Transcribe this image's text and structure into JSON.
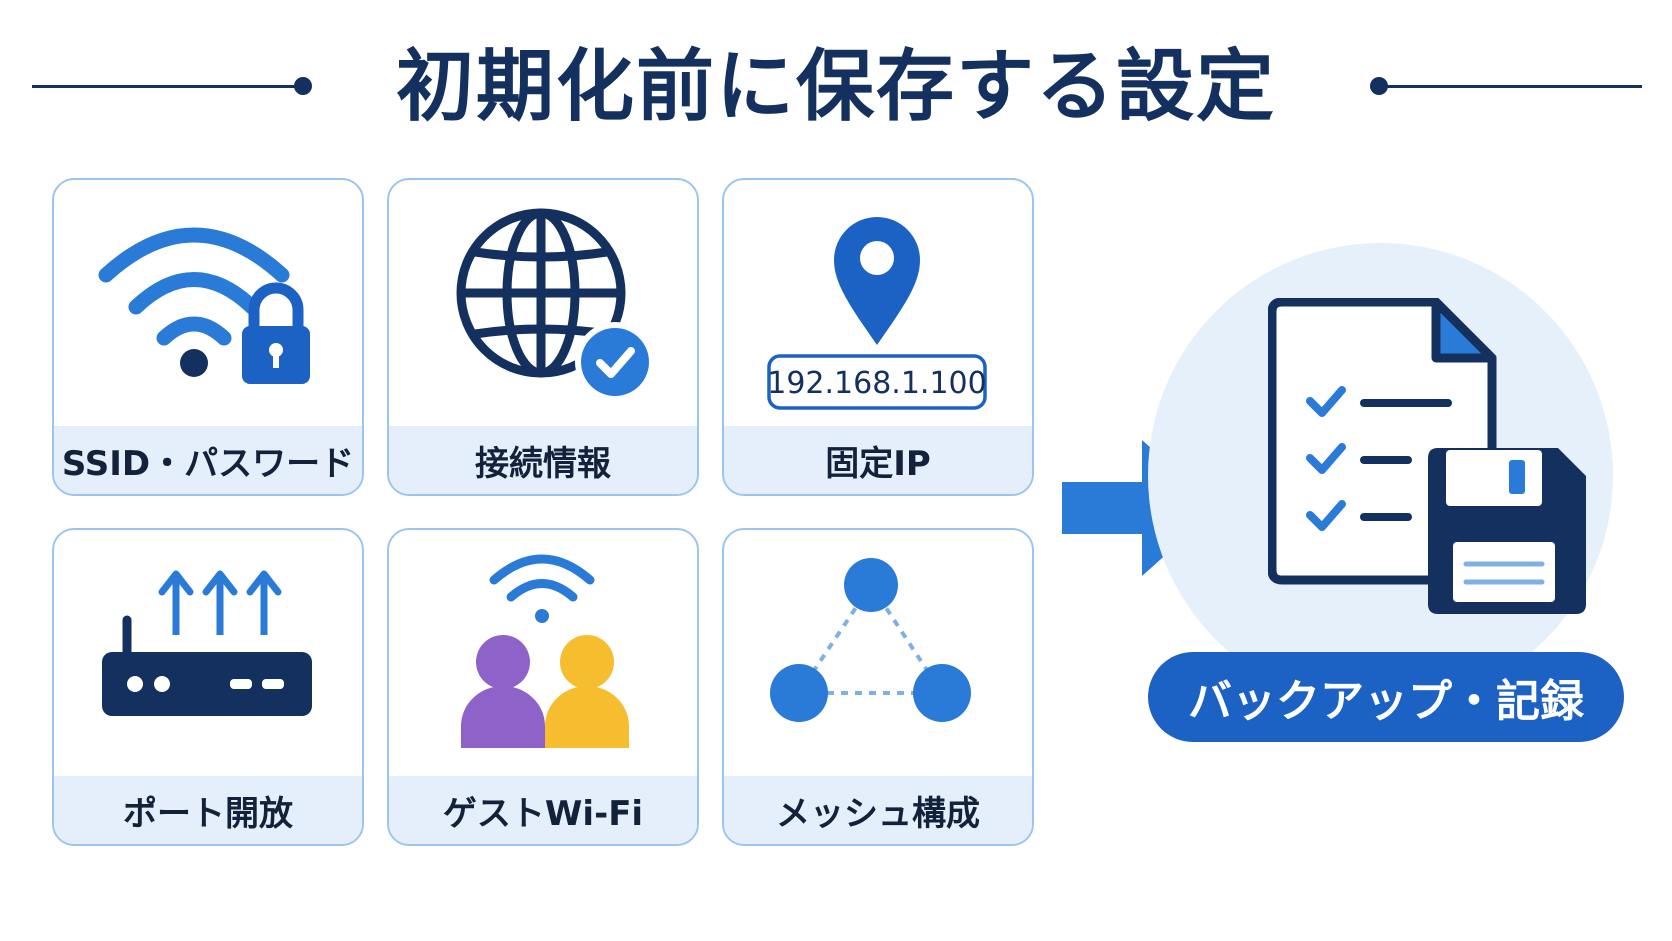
{
  "title": "初期化前に保存する設定",
  "cards": [
    {
      "label": "SSID・パスワード",
      "icon": "wifi-lock-icon"
    },
    {
      "label": "接続情報",
      "icon": "globe-check-icon"
    },
    {
      "label": "固定IP",
      "icon": "location-pin-icon",
      "ip_text": "192.168.1.100"
    },
    {
      "label": "ポート開放",
      "icon": "router-upload-icon"
    },
    {
      "label": "ゲストWi-Fi",
      "icon": "guest-users-wifi-icon"
    },
    {
      "label": "メッシュ構成",
      "icon": "mesh-network-icon"
    }
  ],
  "result": {
    "label": "バックアップ・記録",
    "icon": "document-floppy-icon"
  },
  "colors": {
    "navy": "#13305f",
    "primary_blue": "#1c62c4",
    "light_blue": "#2a7bd8",
    "card_border": "#9cc5ee",
    "label_bg": "#e4effb",
    "purple": "#8e63c9",
    "yellow": "#f6be2e"
  }
}
